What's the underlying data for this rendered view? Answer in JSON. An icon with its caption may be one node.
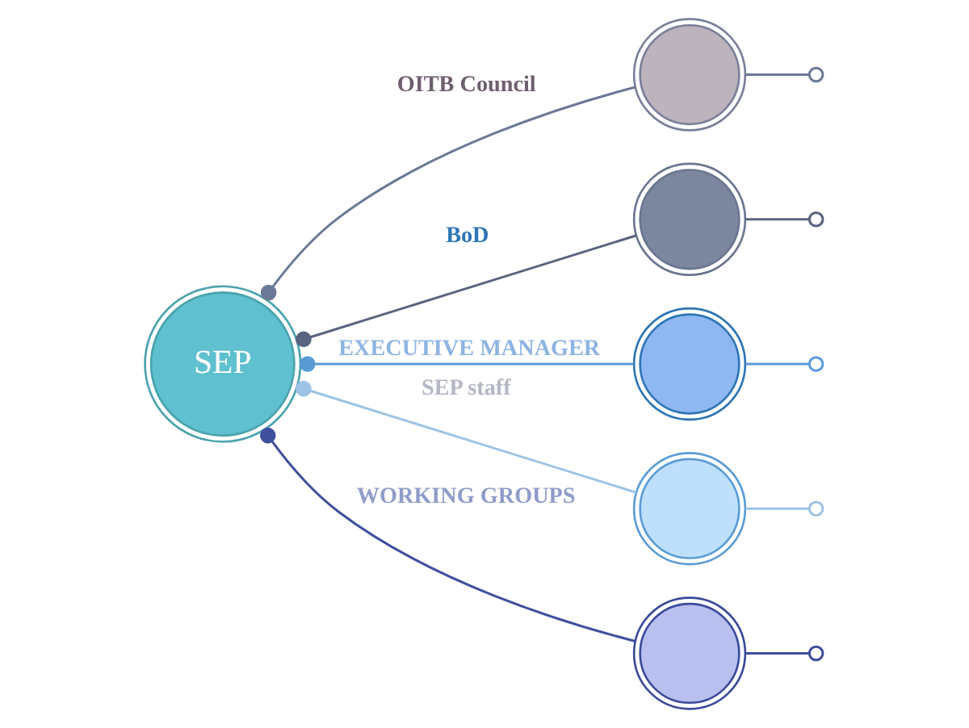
{
  "diagram": {
    "nodes": [
      {
        "text": [
          "SEP"
        ]
      },
      {
        "text": [],
        "shape": "circle"
      },
      {
        "text": [],
        "shape": "circle"
      },
      {
        "text": [],
        "shape": "circle"
      },
      {
        "text": [],
        "shape": "circle"
      },
      {
        "text": [],
        "shape": "circle"
      }
    ],
    "edges": [
      {
        "from": 0,
        "to": 1,
        "arrow": "other",
        "label": "OITB Council",
        "color": "#6b7896"
      },
      {
        "from": 0,
        "to": 2,
        "arrow": "other",
        "label": "BoD",
        "color": "#59647e"
      },
      {
        "from": 0,
        "to": 3,
        "arrow": "other",
        "label": "EXECUTIVE MANAGER",
        "color": "#5b9bd5"
      },
      {
        "from": 0,
        "to": 4,
        "arrow": "other",
        "label": "SEP staff",
        "color": "#9dc3e6"
      },
      {
        "from": 0,
        "to": 5,
        "arrow": "other",
        "label": "WORKING GROUPS",
        "color": "#3f4f9e"
      },
      {
        "from": null,
        "to": 1,
        "arrow": "other",
        "color": "#6b7896"
      },
      {
        "from": null,
        "to": 2,
        "arrow": "other",
        "color": "#59647e"
      },
      {
        "from": null,
        "to": 3,
        "arrow": "other",
        "color": "#5b9bd5"
      },
      {
        "from": null,
        "to": 4,
        "arrow": "other",
        "color": "#9dc3e6"
      },
      {
        "from": null,
        "to": 5,
        "arrow": "other",
        "color": "#3f4f9e"
      }
    ]
  }
}
